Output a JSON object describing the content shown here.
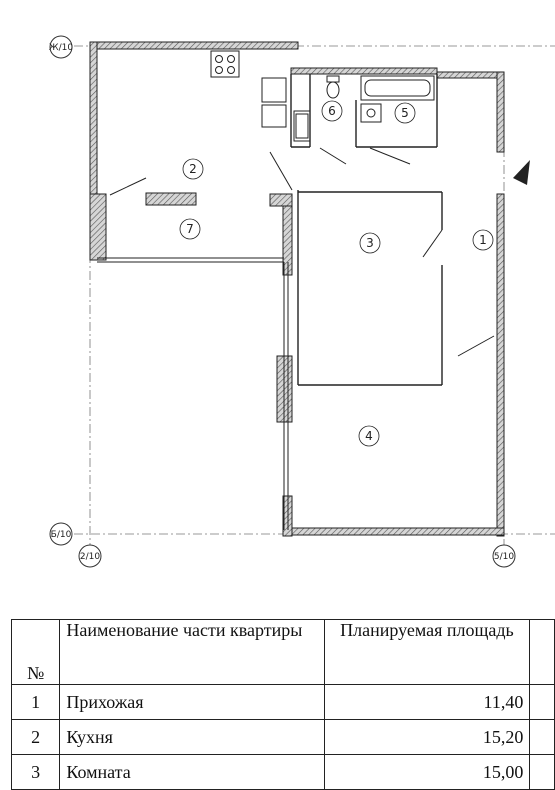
{
  "axes": {
    "zh10": "Ж/10",
    "b10": "Б/10",
    "a2_10": "2/10",
    "a5_10": "5/10"
  },
  "rooms": [
    {
      "num": "1"
    },
    {
      "num": "2"
    },
    {
      "num": "3"
    },
    {
      "num": "4"
    },
    {
      "num": "5"
    },
    {
      "num": "6"
    },
    {
      "num": "7"
    }
  ],
  "table": {
    "headers": {
      "num": "№",
      "name": "Наименование части квартиры",
      "area": "Планируемая площадь"
    },
    "rows": [
      {
        "num": "1",
        "name": "Прихожая",
        "area": "11,40"
      },
      {
        "num": "2",
        "name": "Кухня",
        "area": "15,20"
      },
      {
        "num": "3",
        "name": "Комната",
        "area": "15,00"
      }
    ]
  },
  "colors": {
    "line": "#222222",
    "wall_fill": "#bdbdbd",
    "hatch": "#555555"
  }
}
